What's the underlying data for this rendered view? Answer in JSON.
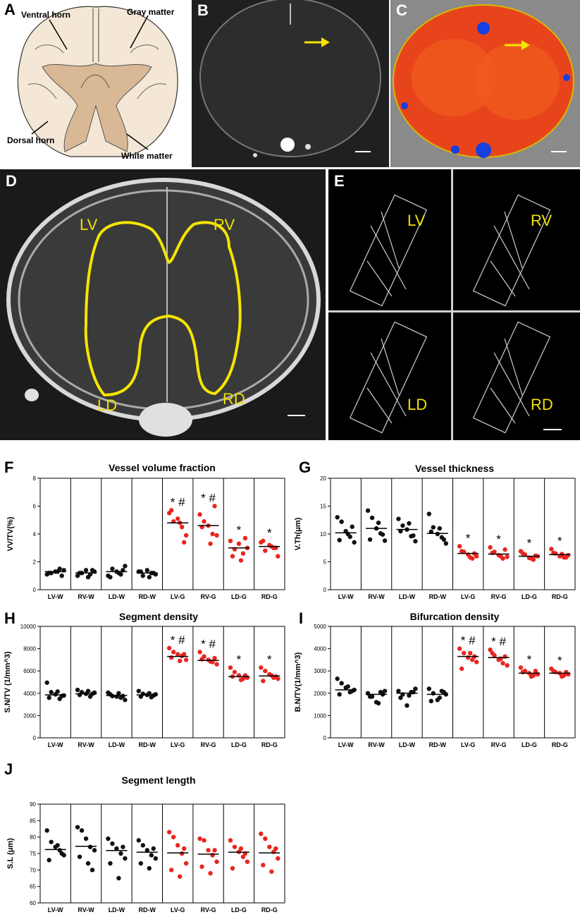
{
  "panel_letters": {
    "A": "A",
    "B": "B",
    "C": "C",
    "D": "D",
    "E": "E",
    "F": "F",
    "G": "G",
    "H": "H",
    "I": "I",
    "J": "J"
  },
  "panel_a_labels": {
    "ventral_horn": "Ventral horn",
    "gray_matter": "Gray matter",
    "dorsal_horn": "Dorsal horn",
    "white_matter": "White matter"
  },
  "panel_d_labels": {
    "lv": "LV",
    "rv": "RV",
    "ld": "LD",
    "rd": "RD"
  },
  "panel_e_tiles": [
    "LV",
    "RV",
    "LD",
    "RD"
  ],
  "colors": {
    "white_matter_points": "#111111",
    "gray_matter_points": "#e8251f",
    "roi_outline": "#f5e400",
    "arrow": "#f5e400"
  },
  "chart_data": [
    {
      "id": "F",
      "type": "scatter",
      "title": "Vessel volume fraction",
      "ylabel": "VV/TV(%)",
      "ylim": [
        0,
        8
      ],
      "yticks": [
        0,
        2,
        4,
        6,
        8
      ],
      "categories": [
        "LV-W",
        "RV-W",
        "LD-W",
        "RD-W",
        "LV-G",
        "RV-G",
        "LD-G",
        "RD-G"
      ],
      "means": [
        1.3,
        1.2,
        1.3,
        1.2,
        4.8,
        4.6,
        3.0,
        3.1
      ],
      "points": [
        [
          1.1,
          1.2,
          1.3,
          1.5,
          1.4,
          1.2,
          1.3,
          1.0
        ],
        [
          1.0,
          1.2,
          1.4,
          1.1,
          1.3,
          1.2,
          0.9,
          1.4
        ],
        [
          1.0,
          1.5,
          1.3,
          1.1,
          1.7,
          0.9,
          1.2,
          1.4
        ],
        [
          1.3,
          1.0,
          1.4,
          1.2,
          1.1,
          1.3,
          0.9,
          1.2
        ],
        [
          5.5,
          4.9,
          5.1,
          4.5,
          3.9,
          5.7,
          4.8,
          3.4
        ],
        [
          5.4,
          4.9,
          4.6,
          4.0,
          3.9,
          4.5,
          3.3,
          6.0
        ],
        [
          3.5,
          2.9,
          3.3,
          2.6,
          3.0,
          2.4,
          2.1,
          3.7
        ],
        [
          3.4,
          2.8,
          3.2,
          3.0,
          2.4,
          3.5,
          3.1,
          3.0
        ]
      ],
      "annotations": [
        "",
        "",
        "",
        "",
        "* #",
        "* #",
        "*",
        "*"
      ]
    },
    {
      "id": "G",
      "type": "scatter",
      "title": "Vessel thickness",
      "ylabel": "V.Th(μm)",
      "ylim": [
        0,
        20
      ],
      "yticks": [
        0,
        5,
        10,
        15,
        20
      ],
      "categories": [
        "LV-W",
        "RV-W",
        "LD-W",
        "RD-W",
        "LV-G",
        "RV-G",
        "LD-G",
        "RD-G"
      ],
      "means": [
        10.2,
        11.0,
        10.8,
        10.1,
        6.5,
        6.4,
        6.0,
        6.3
      ],
      "points": [
        [
          13.0,
          12.2,
          10.5,
          9.5,
          8.5,
          8.9,
          10.0,
          11.3
        ],
        [
          14.2,
          12.9,
          11.0,
          10.1,
          8.8,
          9.0,
          12.0,
          9.9
        ],
        [
          12.7,
          11.5,
          10.8,
          9.6,
          8.7,
          10.5,
          11.9,
          9.7
        ],
        [
          13.6,
          11.2,
          10.0,
          9.4,
          8.3,
          10.4,
          11.0,
          9.0
        ],
        [
          7.8,
          6.8,
          6.3,
          5.6,
          6.0,
          6.9,
          5.8,
          6.5
        ],
        [
          7.6,
          6.8,
          6.2,
          5.6,
          5.9,
          6.6,
          6.0,
          7.2
        ],
        [
          6.9,
          6.3,
          5.7,
          5.4,
          6.0,
          6.5,
          5.6,
          6.1
        ],
        [
          7.3,
          6.5,
          6.0,
          5.8,
          6.2,
          6.6,
          6.4,
          5.8
        ]
      ],
      "annotations": [
        "",
        "",
        "",
        "",
        "*",
        "*",
        "*",
        "*"
      ]
    },
    {
      "id": "H",
      "type": "scatter",
      "title": "Segment density",
      "ylabel": "S.N/TV (1/mm^3)",
      "ylim": [
        0,
        10000
      ],
      "yticks": [
        0,
        2000,
        4000,
        6000,
        8000,
        10000
      ],
      "categories": [
        "LV-W",
        "RV-W",
        "LD-W",
        "RD-W",
        "LV-G",
        "RV-G",
        "LD-G",
        "RD-G"
      ],
      "means": [
        3850,
        3950,
        3800,
        3850,
        7300,
        6950,
        5500,
        5550
      ],
      "points": [
        [
          4950,
          4100,
          3900,
          3500,
          3800,
          3600,
          4150,
          3750
        ],
        [
          4300,
          4100,
          3950,
          3700,
          4050,
          3850,
          4200,
          3950
        ],
        [
          4050,
          3750,
          3700,
          3600,
          3400,
          3900,
          4000,
          3750
        ],
        [
          4200,
          3950,
          3850,
          3650,
          3900,
          3700,
          4000,
          3800
        ],
        [
          8050,
          7700,
          7500,
          7350,
          7000,
          7200,
          6900,
          7500
        ],
        [
          7700,
          7300,
          7000,
          6800,
          6600,
          7050,
          6850,
          7150
        ],
        [
          6300,
          5900,
          5600,
          5300,
          5400,
          5500,
          5200,
          5600
        ],
        [
          6300,
          6000,
          5700,
          5400,
          5300,
          5100,
          5600,
          5500
        ]
      ],
      "annotations": [
        "",
        "",
        "",
        "",
        "* #",
        "* #",
        "*",
        "*"
      ]
    },
    {
      "id": "I",
      "type": "scatter",
      "title": "Bifurcation density",
      "ylabel": "B.N/TV(1/mm^3)",
      "ylim": [
        0,
        5000
      ],
      "yticks": [
        0,
        1000,
        2000,
        3000,
        4000,
        5000
      ],
      "categories": [
        "LV-W",
        "RV-W",
        "LD-W",
        "RD-W",
        "LV-G",
        "RV-G",
        "LD-G",
        "RD-G"
      ],
      "means": [
        2150,
        1950,
        2000,
        1950,
        3650,
        3600,
        2900,
        2900
      ],
      "points": [
        [
          2650,
          2450,
          2250,
          2050,
          2150,
          1950,
          2300,
          2100
        ],
        [
          2000,
          1850,
          1600,
          2050,
          2100,
          1850,
          1550,
          1950
        ],
        [
          2100,
          1950,
          1450,
          2050,
          2200,
          1800,
          1900,
          2050
        ],
        [
          2200,
          2000,
          1700,
          2100,
          1950,
          1650,
          1800,
          2050
        ],
        [
          4000,
          3800,
          3600,
          3500,
          3400,
          3100,
          3800,
          3650
        ],
        [
          3950,
          3700,
          3500,
          3350,
          3250,
          3800,
          3550,
          3650
        ],
        [
          3150,
          3000,
          2900,
          2800,
          2850,
          2950,
          2750,
          3000
        ],
        [
          3100,
          2950,
          2900,
          2800,
          2850,
          3000,
          2750,
          2950
        ]
      ],
      "annotations": [
        "",
        "",
        "",
        "",
        "* #",
        "* #",
        "*",
        "*"
      ]
    },
    {
      "id": "J",
      "type": "scatter",
      "title": "Segment length",
      "ylabel": "S.L (μm)",
      "ylim": [
        60,
        90
      ],
      "yticks": [
        60,
        65,
        70,
        75,
        80,
        85,
        90
      ],
      "categories": [
        "LV-W",
        "RV-W",
        "LD-W",
        "RD-W",
        "LV-G",
        "RV-G",
        "LD-G",
        "RD-G"
      ],
      "means": [
        76.2,
        77.2,
        75.9,
        75.4,
        75.2,
        74.8,
        75.4,
        75.2
      ],
      "points": [
        [
          82.0,
          78.5,
          77.0,
          76.0,
          74.5,
          73.0,
          77.5,
          75.0
        ],
        [
          83.0,
          82.0,
          79.5,
          77.0,
          76.0,
          74.0,
          72.0,
          70.0
        ],
        [
          79.5,
          78.0,
          76.5,
          75.0,
          73.5,
          72.0,
          67.5,
          77.0
        ],
        [
          79.0,
          77.5,
          76.0,
          74.5,
          73.5,
          72.0,
          70.5,
          76.5
        ],
        [
          81.5,
          80.0,
          77.5,
          75.0,
          72.0,
          70.0,
          68.0,
          76.5
        ],
        [
          79.5,
          79.0,
          76.0,
          74.5,
          72.5,
          71.0,
          69.0,
          76.0
        ],
        [
          79.0,
          77.0,
          75.5,
          74.0,
          72.5,
          70.5,
          76.5,
          75.0
        ],
        [
          81.0,
          79.5,
          77.0,
          75.5,
          73.5,
          71.5,
          69.5,
          76.5
        ]
      ],
      "annotations": [
        "",
        "",
        "",
        "",
        "",
        "",
        "",
        ""
      ]
    }
  ]
}
